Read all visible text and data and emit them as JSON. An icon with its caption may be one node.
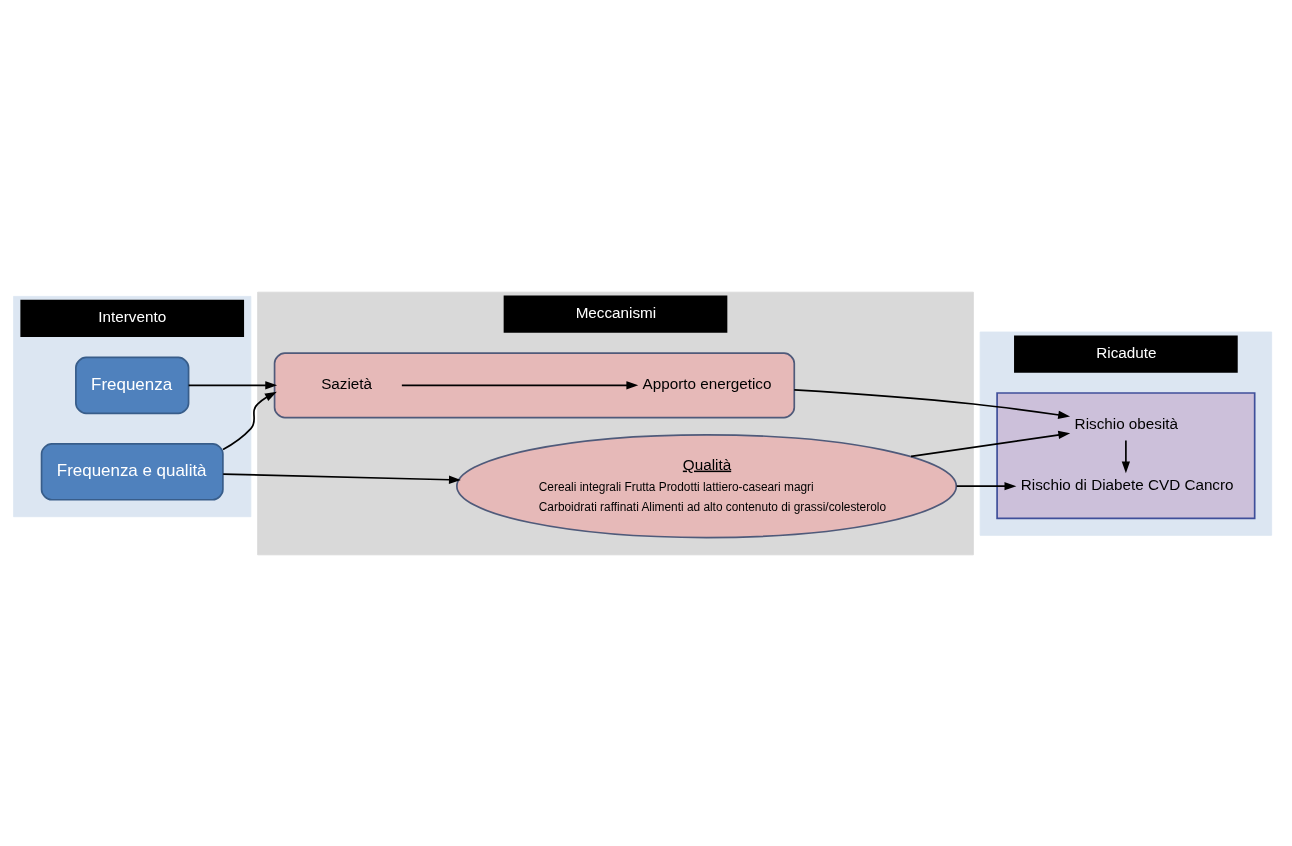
{
  "diagram": {
    "nodes": [
      {
        "text": [
          "Intervento"
        ]
      },
      {
        "text": [
          "Meccanismi"
        ]
      },
      {
        "text": [
          "Ricadute"
        ]
      },
      {
        "text": [
          "Frequenza"
        ],
        "in": 0
      },
      {
        "text": [
          "Frequenza e qualità"
        ],
        "in": 0
      },
      {
        "text": [],
        "shape": "ellipse",
        "in": 1
      },
      {
        "text": [
          "Sazietà"
        ],
        "in": 5
      },
      {
        "text": [
          "Apporto energetico"
        ],
        "in": 5
      },
      {
        "text": [
          "Qualità",
          "Cereali integrali Frutta Prodotti lattiero-caseari magri",
          "Carboidrati raffinati Alimenti ad alto contenuto di grassi/colesterolo"
        ],
        "in": 1
      },
      {
        "text": [],
        "shape": "box",
        "in": 2
      },
      {
        "text": [
          "Rischio obesità"
        ],
        "in": 9
      },
      {
        "text": [
          "Rischio di Diabete CVD Cancro"
        ],
        "in": 9
      }
    ],
    "edges": [
      {
        "from": 6,
        "to": 7,
        "arrow": "to"
      },
      {
        "from": 3,
        "to": 5,
        "arrow": "to"
      },
      {
        "from": 4,
        "to": 5,
        "arrow": "to"
      },
      {
        "from": 4,
        "to": 8,
        "arrow": "to"
      },
      {
        "from": 5,
        "to": 10,
        "arrow": "to"
      },
      {
        "from": 8,
        "to": 10,
        "arrow": "to"
      },
      {
        "from": 8,
        "to": 11,
        "arrow": "to"
      },
      {
        "from": 10,
        "to": 11,
        "arrow": "to"
      }
    ]
  }
}
